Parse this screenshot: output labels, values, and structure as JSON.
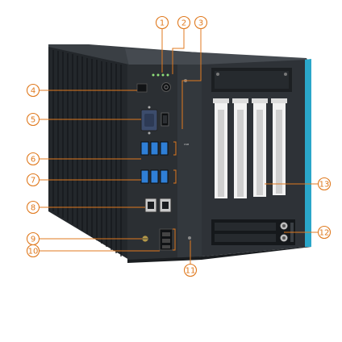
{
  "image": {
    "subject": "embedded PC chassis",
    "colors": {
      "callout": "#e07a1f",
      "chassis_dark": "#2b2f33",
      "chassis_top": "#3a3f44",
      "fin": "#1e2226",
      "port_blue": "#2f7fd6",
      "accent_strip": "#2aa6c9",
      "slot_white": "#f2f2f2"
    }
  },
  "callouts": [
    {
      "id": "1",
      "label": "1"
    },
    {
      "id": "2",
      "label": "2"
    },
    {
      "id": "3",
      "label": "3"
    },
    {
      "id": "4",
      "label": "4"
    },
    {
      "id": "5",
      "label": "5"
    },
    {
      "id": "6",
      "label": "6"
    },
    {
      "id": "7",
      "label": "7"
    },
    {
      "id": "8",
      "label": "8"
    },
    {
      "id": "9",
      "label": "9"
    },
    {
      "id": "10",
      "label": "10"
    },
    {
      "id": "11",
      "label": "11"
    },
    {
      "id": "12",
      "label": "12"
    },
    {
      "id": "13",
      "label": "13"
    }
  ],
  "icons": [
    "power-button-icon",
    "vga-port-icon",
    "hdmi-port-icon",
    "usb-port-icon",
    "lan-port-icon",
    "power-terminal-icon",
    "drive-bay-icon",
    "expansion-slot-icon"
  ]
}
